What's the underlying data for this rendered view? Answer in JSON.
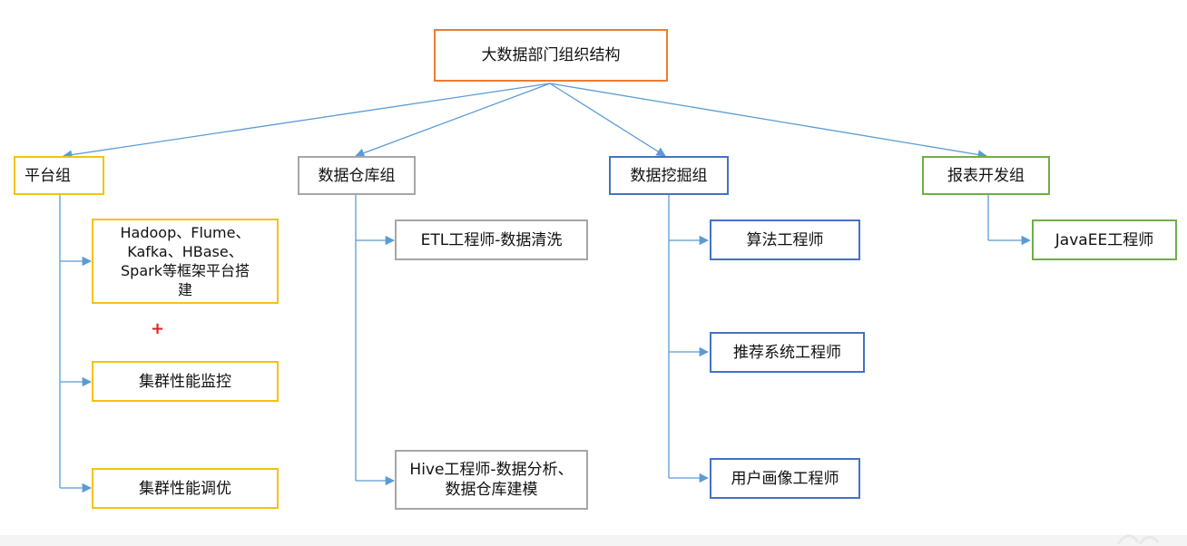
{
  "root": {
    "label": "大数据部门组织结构",
    "color": "#ED7D31"
  },
  "groups": [
    {
      "label": "平台组",
      "color": "#F5C213",
      "children": [
        "Hadoop、Flume、\nKafka、HBase、\nSpark等框架平台搭\n建",
        "集群性能监控",
        "集群性能调优"
      ]
    },
    {
      "label": "数据仓库组",
      "color": "#A6A6A6",
      "children": [
        "ETL工程师-数据清洗",
        "Hive工程师-数据分析、\n数据仓库建模"
      ]
    },
    {
      "label": "数据挖掘组",
      "color": "#4472C4",
      "children": [
        "算法工程师",
        "推荐系统工程师",
        "用户画像工程师"
      ]
    },
    {
      "label": "报表开发组",
      "color": "#70AD47",
      "children": [
        "JavaEE工程师"
      ]
    }
  ],
  "annotation": "+",
  "connector_color": "#5B9BD5"
}
